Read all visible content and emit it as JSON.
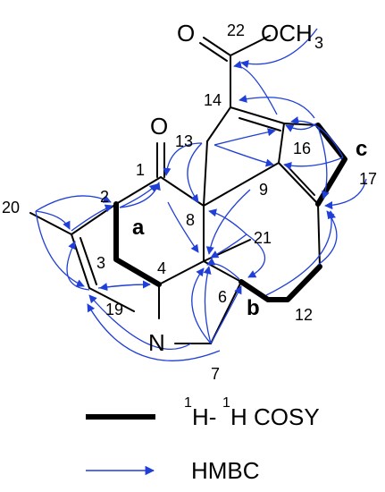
{
  "molecule": {
    "atoms": {
      "o_ketone": "O",
      "o_ester": "O",
      "och3": "OCH",
      "och3_sub": "3",
      "nitrogen": "N"
    },
    "segments": [
      "a",
      "b",
      "c"
    ],
    "carbon_numbers": [
      "1",
      "2",
      "3",
      "4",
      "6",
      "7",
      "8",
      "9",
      "12",
      "13",
      "14",
      "16",
      "17",
      "19",
      "20",
      "21",
      "22"
    ]
  },
  "legend": {
    "cosy_sup1": "1",
    "cosy_h1": "H-",
    "cosy_sup2": "1",
    "cosy_h2": "H COSY",
    "hmbc_label": "HMBC"
  },
  "colors": {
    "bond": "#000000",
    "hmbc_arrow": "#1f3fd6"
  }
}
